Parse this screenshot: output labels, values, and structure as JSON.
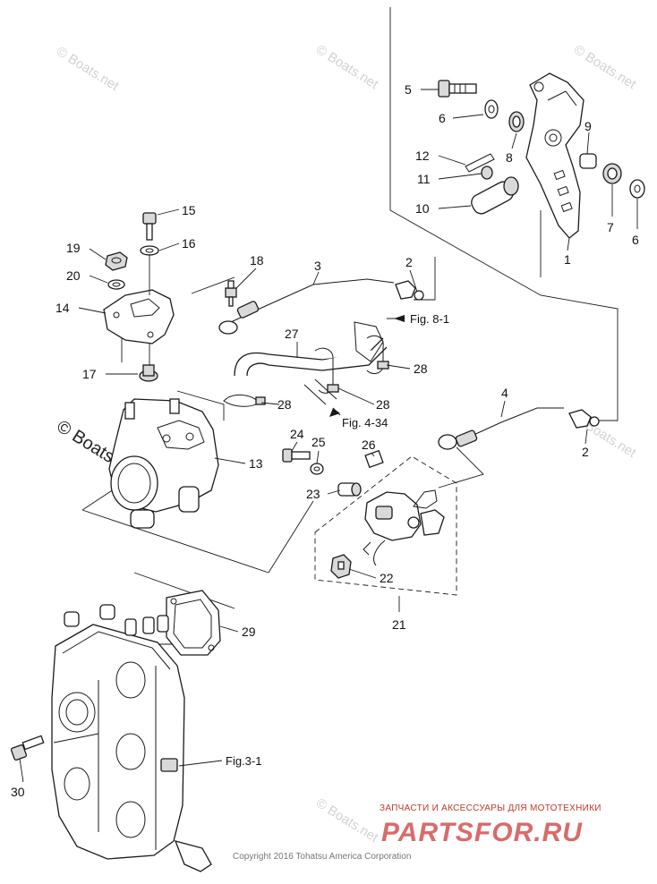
{
  "callouts": {
    "c1": "1",
    "c2a": "2",
    "c2b": "2",
    "c3": "3",
    "c4": "4",
    "c5": "5",
    "c6a": "6",
    "c6b": "6",
    "c7": "7",
    "c8": "8",
    "c9": "9",
    "c10": "10",
    "c11": "11",
    "c12": "12",
    "c13": "13",
    "c14": "14",
    "c15": "15",
    "c16": "16",
    "c17": "17",
    "c18": "18",
    "c19": "19",
    "c20": "20",
    "c21": "21",
    "c22": "22",
    "c23": "23",
    "c24": "24",
    "c25": "25",
    "c26": "26",
    "c27": "27",
    "c28a": "28",
    "c28b": "28",
    "c28c": "28",
    "c29": "29",
    "c30": "30"
  },
  "references": {
    "fig81": "Fig. 8-1",
    "fig434": "Fig. 4-34",
    "fig31": "Fig.3-1"
  },
  "watermarks": {
    "text": "© Boats.net",
    "prominent": "© Boats.net"
  },
  "footer": {
    "copyright": "Copyright 2016 Tohatsu America Corporation",
    "shop_tagline": "ЗАПЧАСТИ И АКСЕССУАРЫ ДЛЯ МОТОТЕХНИКИ",
    "shop_logo": "PARTSFOR.RU"
  },
  "colors": {
    "line": "#1a1a1a",
    "watermark": "#d2d2d2",
    "shop_red": "#d96b6b"
  }
}
